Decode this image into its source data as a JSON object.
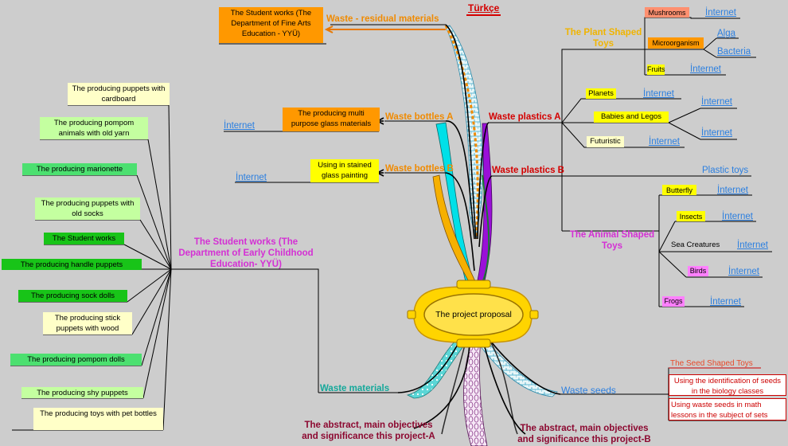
{
  "title_link": "Türkçe",
  "center": "The project proposal",
  "branches": {
    "residual": "Waste - residual materials",
    "bottles_a": "Waste bottles A",
    "bottles_b": "Waste bottles B",
    "plastics_a": "Waste plastics A",
    "plastics_b": "Waste plastics B",
    "materials": "Waste materials",
    "seeds": "Waste seeds",
    "abstract_a": "The abstract, main objectives and significance this project-A",
    "abstract_b": "The abstract, main objectives and significance this project-B"
  },
  "left": {
    "fine_arts_box": "The Student works (The Department of Fine Arts Education - YYÜ)",
    "glass_box": "The producing multi purpose glass materials",
    "stained_box": "Using in stained glass painting",
    "internet_a": "İnternet",
    "internet_b": "İnternet",
    "early_childhood": "The Student works (The Department of Early Childhood Education- YYÜ)",
    "items": [
      "The producing puppets with cardboard",
      "The producing pompom animals with old yarn",
      "The producing marionette",
      "The producing puppets with old socks",
      "The Student works",
      "The producing handle puppets",
      "The producing sock dolls",
      "The producing stick puppets with wood",
      "The producing pompom dolls",
      "The producing shy puppets",
      "The producing toys with pet bottles"
    ]
  },
  "right": {
    "plant_shaped": "The Plant Shaped Toys",
    "mushrooms": "Mushrooms",
    "microorganism": "Microorganism",
    "fruits": "Fruits",
    "internet": "İnternet",
    "algae": "Alga",
    "bacteria": "Bacteria",
    "planets": "Planets",
    "babies_legos": "Babies and Legos",
    "futuristic": "Futuristic",
    "plastic_toys": "Plastic toys",
    "animal_shaped": "The Animal Shaped Toys",
    "butterfly": "Butterfly",
    "insects": "Insects",
    "sea_creatures": "Sea Creatures",
    "birds": "Birds",
    "frogs": "Frogs",
    "seed_shaped": "The Seed Shaped Toys",
    "seed_biology": "Using the identification of seeds in the biology classes",
    "seed_math": "Using waste seeds in math lessons in the subject of sets"
  }
}
